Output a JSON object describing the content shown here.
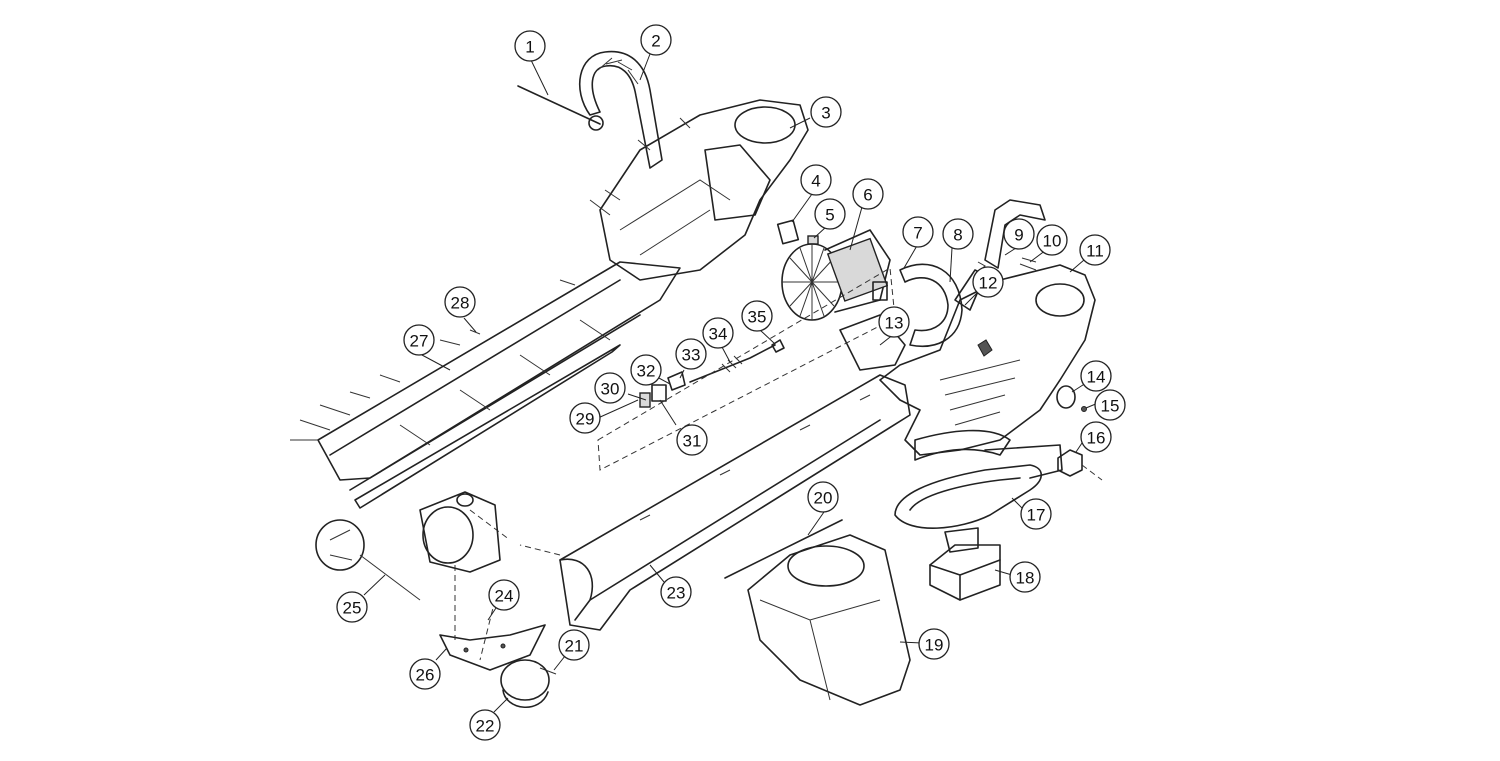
{
  "colors": {
    "line": "#222222",
    "background": "#ffffff",
    "shade": "#d9d9d9"
  },
  "callouts": [
    "1",
    "2",
    "3",
    "4",
    "5",
    "6",
    "7",
    "8",
    "9",
    "10",
    "11",
    "12",
    "13",
    "14",
    "15",
    "16",
    "17",
    "18",
    "19",
    "20",
    "21",
    "22",
    "23",
    "24",
    "25",
    "26",
    "27",
    "28",
    "29",
    "30",
    "31",
    "32",
    "33",
    "34",
    "35"
  ]
}
